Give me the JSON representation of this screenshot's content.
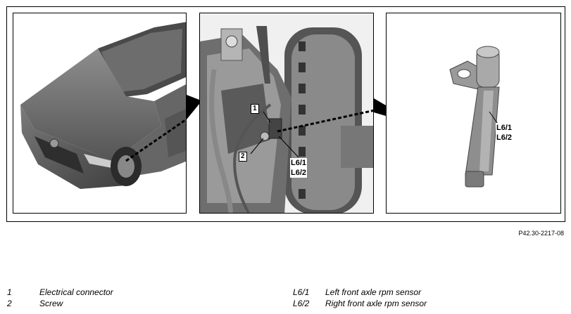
{
  "figure": {
    "reference_code": "P42.30-2217-08"
  },
  "callouts": {
    "wheel_connector": "1",
    "wheel_screw": "2",
    "wheel_left_sensor": "L6/1",
    "wheel_right_sensor": "L6/2",
    "sensor_left": "L6/1",
    "sensor_right": "L6/2"
  },
  "legend": {
    "left": [
      {
        "key": "1",
        "text": "Electrical connector"
      },
      {
        "key": "2",
        "text": "Screw"
      }
    ],
    "right": [
      {
        "key": "L6/1",
        "text": "Left front axle rpm sensor"
      },
      {
        "key": "L6/2",
        "text": "Right front axle rpm sensor"
      }
    ]
  }
}
